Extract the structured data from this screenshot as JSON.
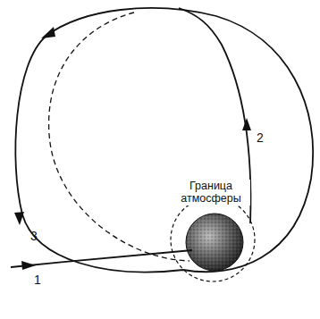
{
  "diagram": {
    "labels": [
      "Граница атмосферы",
      "1",
      "2",
      "3"
    ]
  }
}
